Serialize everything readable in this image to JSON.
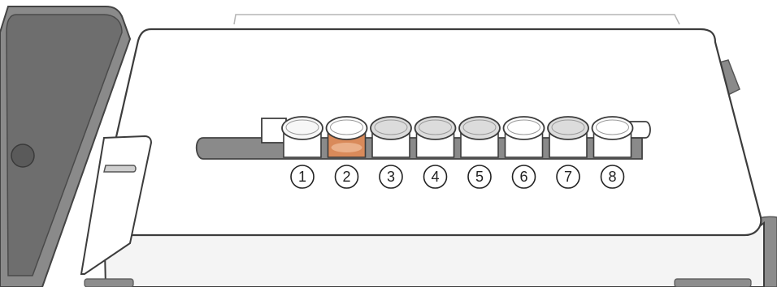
{
  "tubes": [
    {
      "number": "1",
      "cap": "clear",
      "fill": "empty"
    },
    {
      "number": "2",
      "cap": "white",
      "fill": "orange"
    },
    {
      "number": "3",
      "cap": "gray",
      "fill": "empty"
    },
    {
      "number": "4",
      "cap": "gray",
      "fill": "empty"
    },
    {
      "number": "5",
      "cap": "gray",
      "fill": "empty"
    },
    {
      "number": "6",
      "cap": "white",
      "fill": "empty"
    },
    {
      "number": "7",
      "cap": "gray",
      "fill": "empty"
    },
    {
      "number": "8",
      "cap": "white",
      "fill": "empty"
    }
  ],
  "colors": {
    "orange": "#d98a5a",
    "clear": "#f7f7f7",
    "white": "#ffffff",
    "gray": "#dcdcdc",
    "outline": "#3c3c3c",
    "deck": "#ffffff",
    "dark_panel": "#7d7d7d"
  }
}
